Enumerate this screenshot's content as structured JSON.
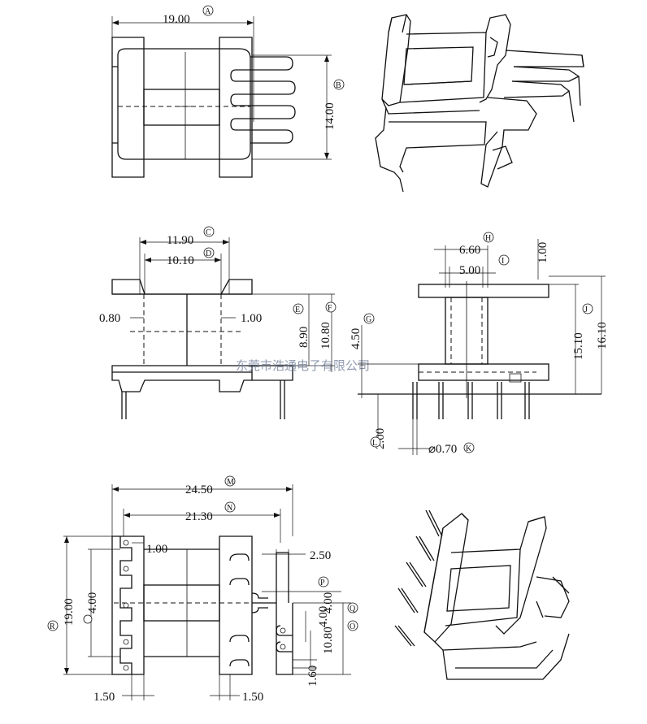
{
  "watermark": "东莞市浩通电子有限公司",
  "dimensions": {
    "A": {
      "value": "19.00",
      "mark": "A"
    },
    "B": {
      "value": "14.00",
      "mark": "B"
    },
    "C": {
      "value": "11.90",
      "mark": "C"
    },
    "D": {
      "value": "10.10",
      "mark": "D"
    },
    "left_gap": "0.80",
    "right_gap": "1.00",
    "E": {
      "value": "8.90",
      "mark": "E"
    },
    "F": {
      "value": "10.80",
      "mark": "F"
    },
    "G": {
      "value": "4.50",
      "mark": "G"
    },
    "H": {
      "value": "6.60",
      "mark": "H"
    },
    "I_inner": {
      "value": "5.00",
      "mark": "I"
    },
    "I_right": {
      "value": "1.00"
    },
    "J": {
      "value": "15.10",
      "mark": "J"
    },
    "K_total": {
      "value": "16.10"
    },
    "L": {
      "value": "2.00",
      "mark": "L"
    },
    "K": {
      "value": "⌀0.70",
      "mark": "K"
    },
    "M": {
      "value": "24.50",
      "mark": "M"
    },
    "N": {
      "value": "21.30",
      "mark": "N"
    },
    "bot_1_00": "1.00",
    "bot_2_50": "2.50",
    "P": {
      "mark": "P"
    },
    "Q": {
      "value": "4.00",
      "mark": "Q"
    },
    "O": {
      "value": "10.80",
      "mark": "O"
    },
    "bot_4_00_left": "4.00",
    "bot_4_00_right": "4.00",
    "R": {
      "value": "19.00",
      "mark": "R"
    },
    "bot_1_60": "1.60",
    "bot_1_50_left": "1.50",
    "bot_1_50_right": "1.50"
  }
}
